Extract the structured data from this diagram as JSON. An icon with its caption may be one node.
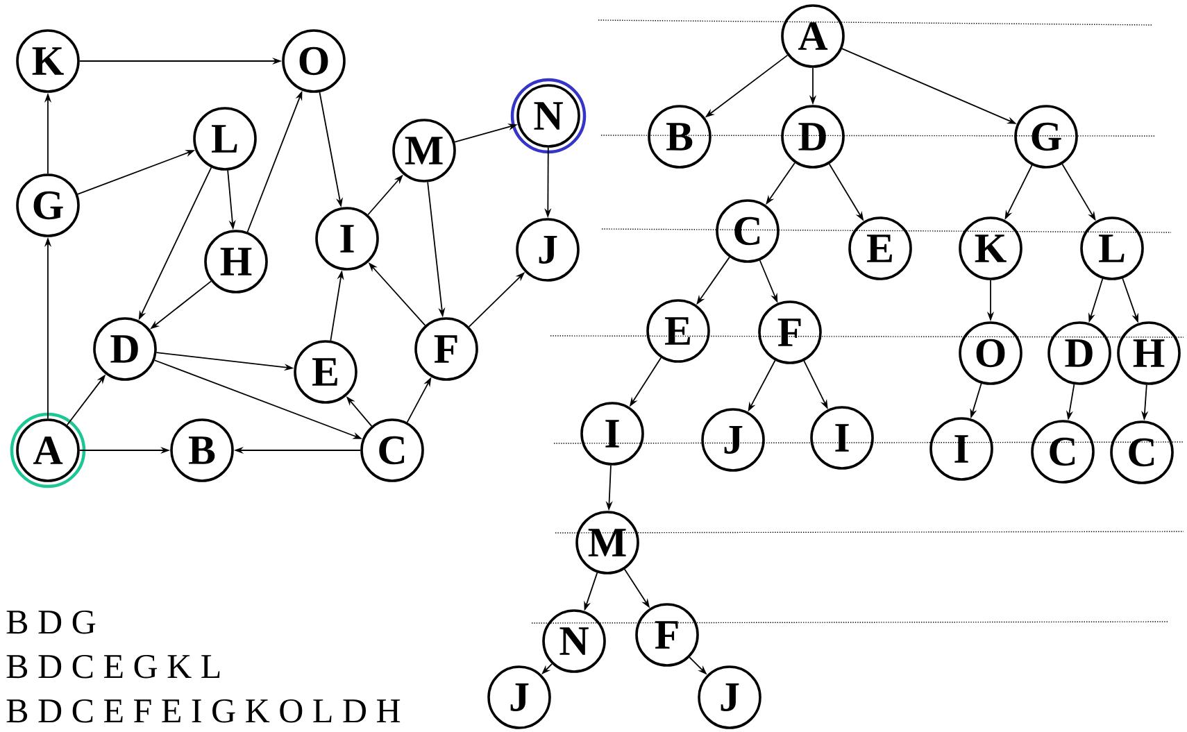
{
  "diagram": {
    "nodes": [
      {
        "text": [
          "K"
        ]
      },
      {
        "text": [
          "O"
        ]
      },
      {
        "text": [
          "N"
        ]
      },
      {
        "text": [
          "L"
        ]
      },
      {
        "text": [
          "M"
        ]
      },
      {
        "text": [
          "G"
        ]
      },
      {
        "text": [
          "I"
        ]
      },
      {
        "text": [
          "J"
        ]
      },
      {
        "text": [
          "H"
        ]
      },
      {
        "text": [
          "D"
        ]
      },
      {
        "text": [
          "F"
        ]
      },
      {
        "text": [
          "E"
        ]
      },
      {
        "text": [
          "A"
        ]
      },
      {
        "text": [
          "B"
        ]
      },
      {
        "text": [
          "C"
        ]
      },
      {
        "text": [
          "A"
        ]
      },
      {
        "text": [
          "B"
        ]
      },
      {
        "text": [
          "D"
        ]
      },
      {
        "text": [
          "G"
        ]
      },
      {
        "text": [
          "C"
        ]
      },
      {
        "text": [
          "E"
        ]
      },
      {
        "text": [
          "K"
        ]
      },
      {
        "text": [
          "L"
        ]
      },
      {
        "text": [
          "E"
        ]
      },
      {
        "text": [
          "F"
        ]
      },
      {
        "text": [
          "O"
        ]
      },
      {
        "text": [
          "D"
        ]
      },
      {
        "text": [
          "H"
        ]
      },
      {
        "text": [
          "I"
        ]
      },
      {
        "text": [
          "J"
        ]
      },
      {
        "text": [
          "I"
        ]
      },
      {
        "text": [
          "I"
        ]
      },
      {
        "text": [
          "C"
        ]
      },
      {
        "text": [
          "C"
        ]
      },
      {
        "text": [
          "M"
        ]
      },
      {
        "text": [
          "F"
        ]
      },
      {
        "text": [
          "N"
        ]
      },
      {
        "text": [
          "J"
        ]
      },
      {
        "text": [
          "J"
        ]
      }
    ],
    "edges": [
      {
        "from": 12,
        "to": 5,
        "arrow": "to"
      },
      {
        "from": 5,
        "to": 0,
        "arrow": "to"
      },
      {
        "from": 0,
        "to": 1,
        "arrow": "to"
      },
      {
        "from": 5,
        "to": 3,
        "arrow": "to"
      },
      {
        "from": 3,
        "to": 8,
        "arrow": "to"
      },
      {
        "from": 3,
        "to": 9,
        "arrow": "to"
      },
      {
        "from": 8,
        "to": 1,
        "arrow": "to"
      },
      {
        "from": 8,
        "to": 9,
        "arrow": "to"
      },
      {
        "from": 1,
        "to": 6,
        "arrow": "to"
      },
      {
        "from": 6,
        "to": 4,
        "arrow": "to"
      },
      {
        "from": 4,
        "to": 2,
        "arrow": "to"
      },
      {
        "from": 4,
        "to": 10,
        "arrow": "to"
      },
      {
        "from": 2,
        "to": 7,
        "arrow": "to"
      },
      {
        "from": 10,
        "to": 6,
        "arrow": "to"
      },
      {
        "from": 10,
        "to": 7,
        "arrow": "to"
      },
      {
        "from": 11,
        "to": 6,
        "arrow": "to"
      },
      {
        "from": 14,
        "to": 11,
        "arrow": "to"
      },
      {
        "from": 14,
        "to": 10,
        "arrow": "to"
      },
      {
        "from": 14,
        "to": 13,
        "arrow": "to"
      },
      {
        "from": 12,
        "to": 13,
        "arrow": "to"
      },
      {
        "from": 12,
        "to": 9,
        "arrow": "to"
      },
      {
        "from": 9,
        "to": 11,
        "arrow": "to"
      },
      {
        "from": 9,
        "to": 14,
        "arrow": "to"
      },
      {
        "from": 15,
        "to": 16,
        "arrow": "to"
      },
      {
        "from": 15,
        "to": 17,
        "arrow": "to"
      },
      {
        "from": 15,
        "to": 18,
        "arrow": "to"
      },
      {
        "from": 17,
        "to": 19,
        "arrow": "to"
      },
      {
        "from": 17,
        "to": 20,
        "arrow": "to"
      },
      {
        "from": 18,
        "to": 21,
        "arrow": "to"
      },
      {
        "from": 18,
        "to": 22,
        "arrow": "to"
      },
      {
        "from": 19,
        "to": 23,
        "arrow": "to"
      },
      {
        "from": 19,
        "to": 24,
        "arrow": "to"
      },
      {
        "from": 21,
        "to": 25,
        "arrow": "to"
      },
      {
        "from": 22,
        "to": 26,
        "arrow": "to"
      },
      {
        "from": 22,
        "to": 27,
        "arrow": "to"
      },
      {
        "from": 23,
        "to": 28,
        "arrow": "to"
      },
      {
        "from": 24,
        "to": 29,
        "arrow": "to"
      },
      {
        "from": 24,
        "to": 30,
        "arrow": "to"
      },
      {
        "from": 25,
        "to": 31,
        "arrow": "to"
      },
      {
        "from": 26,
        "to": 32,
        "arrow": "to"
      },
      {
        "from": 27,
        "to": 33,
        "arrow": "to"
      },
      {
        "from": 28,
        "to": 34,
        "arrow": "to"
      },
      {
        "from": 34,
        "to": 36,
        "arrow": "to"
      },
      {
        "from": 34,
        "to": 35,
        "arrow": "to"
      },
      {
        "from": 36,
        "to": 37,
        "arrow": "to"
      },
      {
        "from": 35,
        "to": 38,
        "arrow": "to"
      }
    ],
    "labels": [
      "B D G",
      "B D C E G K L",
      "B D C E F E I G K O L D H"
    ]
  }
}
